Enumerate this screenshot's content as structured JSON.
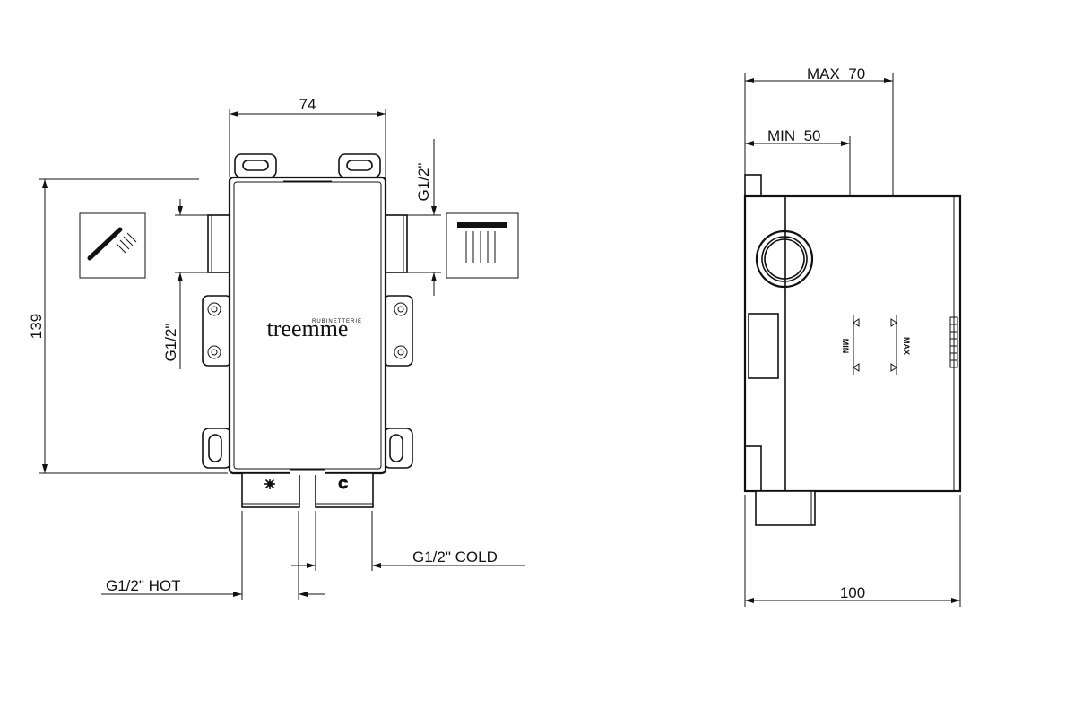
{
  "front_view": {
    "width_dim": "74",
    "height_dim": "139",
    "left_port_label": "G1/2\"",
    "right_port_label": "G1/2\"",
    "brand_small": "RUBINETTERIE",
    "brand": "treemme",
    "hot_label": "G1/2\" HOT",
    "cold_label": "G1/2\" COLD",
    "left_icon": "hand-shower-icon",
    "right_icon": "overhead-shower-icon",
    "hot_symbol": "sun-icon",
    "cold_symbol": "snowflake-icon"
  },
  "side_view": {
    "max_dim": "MAX  70",
    "min_dim": "MIN  50",
    "depth_dim": "100",
    "min_mark": "MIN",
    "max_mark": "MAX"
  }
}
